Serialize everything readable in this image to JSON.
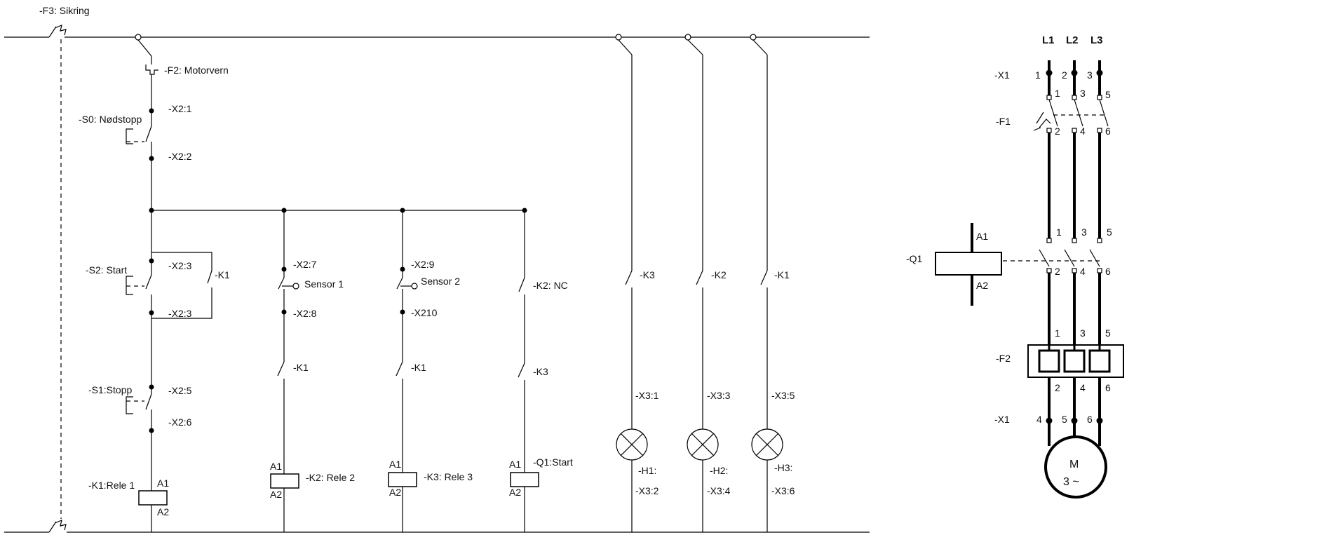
{
  "control": {
    "F3": "-F3: Sikring",
    "F2": "-F2: Motorvern",
    "X2_1": "-X2:1",
    "S0": "-S0: Nødstopp",
    "X2_2": "-X2:2",
    "X2_3a": "-X2:3",
    "S2": "-S2: Start",
    "K1_hold": "-K1",
    "X2_3b": "-X2:3",
    "S1": "-S1:Stopp",
    "X2_5": "-X2:5",
    "X2_6": "-X2:6",
    "K1_rele": "-K1:Rele 1",
    "K1_A1": "A1",
    "K1_A2": "A2",
    "X2_7": "-X2:7",
    "sensor1": "Sensor  1",
    "X2_8": "-X2:8",
    "c2_K1": "-K1",
    "c2_A1": "A1",
    "K2_rele": "-K2: Rele 2",
    "c2_A2": "A2",
    "X2_9": "-X2:9",
    "sensor2": "Sensor  2",
    "X210": "-X210",
    "c3_K1": "-K1",
    "c3_A1": "A1",
    "K3_rele": "-K3: Rele 3",
    "c3_A2": "A2",
    "K2_NC": "-K2: NC",
    "c4_K3": "-K3",
    "c4_A1": "A1",
    "Q1_start": "-Q1:Start",
    "c4_A2": "A2",
    "l1_K3": "-K3",
    "X3_1": "-X3:1",
    "H1": "-H1:",
    "X3_2": "-X3:2",
    "l2_K2": "-K2",
    "X3_3": "-X3:3",
    "H2": "-H2:",
    "X3_4": "-X3:4",
    "l3_K1": "-K1",
    "X3_5": "-X3:5",
    "H3": "-H3:",
    "X3_6": "-X3:6"
  },
  "power": {
    "L1": "L1",
    "L2": "L2",
    "L3": "L3",
    "X1_top": "-X1",
    "t1": "1",
    "t2": "2",
    "t3": "3",
    "f1_1": "1",
    "f1_3": "3",
    "f1_5": "5",
    "F1": "-F1",
    "f1_2": "2",
    "f1_4": "4",
    "f1_6": "6",
    "q1_1": "1",
    "q1_3": "3",
    "q1_5": "5",
    "Q1_A1": "A1",
    "Q1": "-Q1",
    "Q1_A2": "A2",
    "q1_2": "2",
    "q1_4": "4",
    "q1_6": "6",
    "f2_1": "1",
    "f2_3": "3",
    "f2_5": "5",
    "F2": "-F2",
    "f2_2": "2",
    "f2_4": "4",
    "f2_6": "6",
    "X1_bot": "-X1",
    "b4": "4",
    "b5": "5",
    "b6": "6",
    "motor_M": "M",
    "motor_phase": "3 ~"
  }
}
